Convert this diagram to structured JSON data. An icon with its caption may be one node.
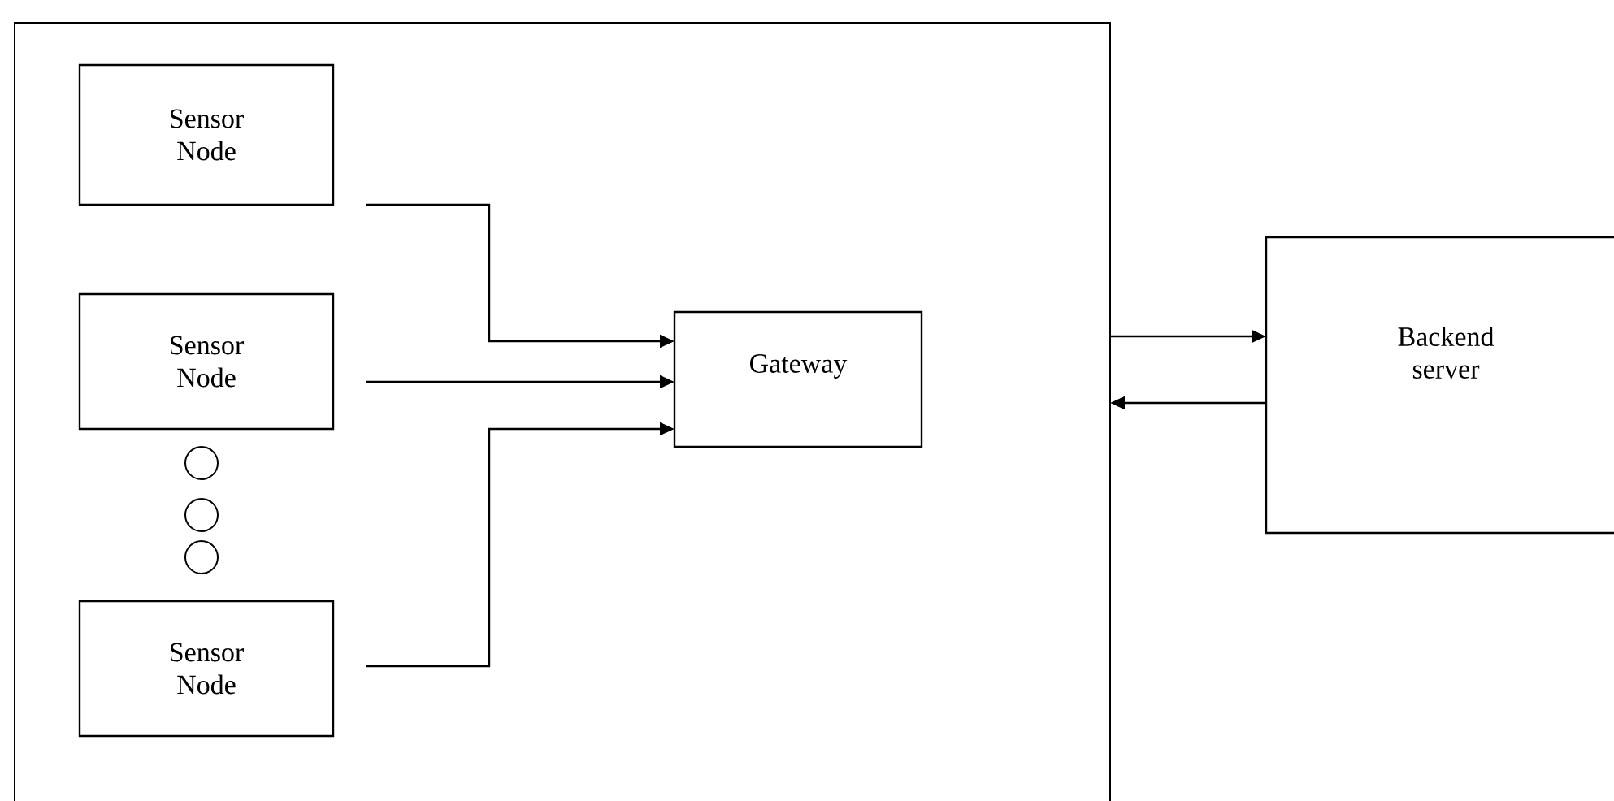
{
  "diagram": {
    "nodes": [
      {
        "text": [],
        "shape": "box"
      },
      {
        "text": [
          "Sensor Node"
        ],
        "in": 0
      },
      {
        "text": [
          "Sensor Node"
        ],
        "in": 0
      },
      {
        "text": [],
        "shape": "circle",
        "in": 0
      },
      {
        "text": [],
        "shape": "circle",
        "in": 0
      },
      {
        "text": [],
        "shape": "circle",
        "in": 0
      },
      {
        "text": [
          "Sensor Node"
        ],
        "in": 0
      },
      {
        "text": [
          "Gateway"
        ],
        "in": 0
      },
      {
        "text": [
          "Backend server"
        ]
      }
    ],
    "edges": [
      {
        "from": 1,
        "to": 7,
        "arrow": "to"
      },
      {
        "from": 2,
        "to": 7,
        "arrow": "to"
      },
      {
        "from": 6,
        "to": 7,
        "arrow": "to"
      },
      {
        "from": 0,
        "to": 8,
        "arrow": "to"
      },
      {
        "from": 8,
        "to": 0,
        "arrow": "to"
      }
    ]
  }
}
